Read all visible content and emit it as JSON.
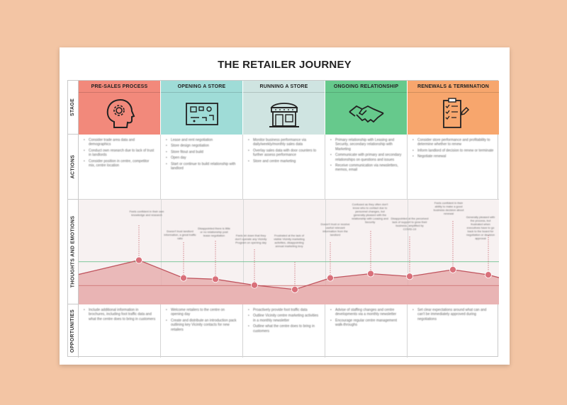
{
  "title": "THE RETAILER JOURNEY",
  "row_labels": [
    "STAGE",
    "ACTIONS",
    "THOUGHTS AND EMOTIONS",
    "OPPORTUNITIES"
  ],
  "stages": [
    {
      "name": "PRE-SALES PROCESS",
      "color": "#f2897b",
      "icon": "head-gear-icon"
    },
    {
      "name": "OPENING A STORE",
      "color": "#9fdcd7",
      "icon": "floor-plan-icon"
    },
    {
      "name": "RUNNING A STORE",
      "color": "#cfe4e1",
      "icon": "storefront-icon"
    },
    {
      "name": "ONGOING RELATIONSHIP",
      "color": "#66c98c",
      "icon": "handshake-icon"
    },
    {
      "name": "RENEWALS & TERMINATION",
      "color": "#f7a66d",
      "icon": "checklist-icon"
    }
  ],
  "actions": [
    [
      "Consider trade area data and demographics",
      "Conduct own research due to lack of trust in landlords",
      "Consider position in centre, competitor mix, centre location"
    ],
    [
      "Lease and rent negotiation",
      "Store design negotiation",
      "Store fitout and build",
      "Open day",
      "Start or continue to build relationship with landlord"
    ],
    [
      "Monitor business performance via daily/weekly/monthly sales data",
      "Overlay sales data with door counters to further assess performance",
      "Store and centre marketing"
    ],
    [
      "Primary relationship with Leasing and Security, secondary relationship with Marketing",
      "Communicate with primary and secondary relationships on questions and issues",
      "Receive communication via newsletters, memos, email"
    ],
    [
      "Consider store performance and profitability to determine whether to renew",
      "Inform landlord of decision to renew or terminate",
      "Negotiate renewal"
    ]
  ],
  "emotion_notes": [
    "Feels confident in their own knowledge and research",
    "Doesn't trust landlord information, a great traffic ratio",
    "Disappointed there is little or no relationship post lease negotiation",
    "Feels let down that they don't operate any Vicinity Program on opening day",
    "Frustrated at the lack of visible Vicinity marketing activities, disappointing annual marketing levy",
    "Doesn't trust or receive useful/ relevant information from the landlord",
    "Confused as they often don't know who to contact due to personnel changes, but generally pleased with the relationship with Leasing and Security",
    "Disappointed at the perceived lack of support to grow their business, amplified by COVID-19",
    "Feels confident in their ability to make a good business decision about renewal",
    "Generally pleased with the process, but frustrated when executives have to go back to the board for negotiation or decision approval"
  ],
  "emotion_scores": [
    0.76,
    0.31,
    0.28,
    0.13,
    0.02,
    0.31,
    0.42,
    0.35,
    0.52,
    0.39
  ],
  "opportunities": [
    [
      "Include additional information in brochures, including foot traffic data and what the centre does to bring in customers"
    ],
    [
      "Welcome retailers to the centre on opening day",
      "Create and distribute an introduction pack outlining key Vicinity contacts for new retailers"
    ],
    [
      "Proactively provide foot traffic data",
      "Outline Vicinity centre marketing activities in a monthly newsletter",
      "Outline what the centre does to bring in customers"
    ],
    [
      "Advise of staffing changes and centre developments via a monthly newsletter",
      "Encourage regular centre management walk-throughs"
    ],
    [
      "Set clear expectations around what can and can't be immediately approved during negotiations"
    ]
  ]
}
